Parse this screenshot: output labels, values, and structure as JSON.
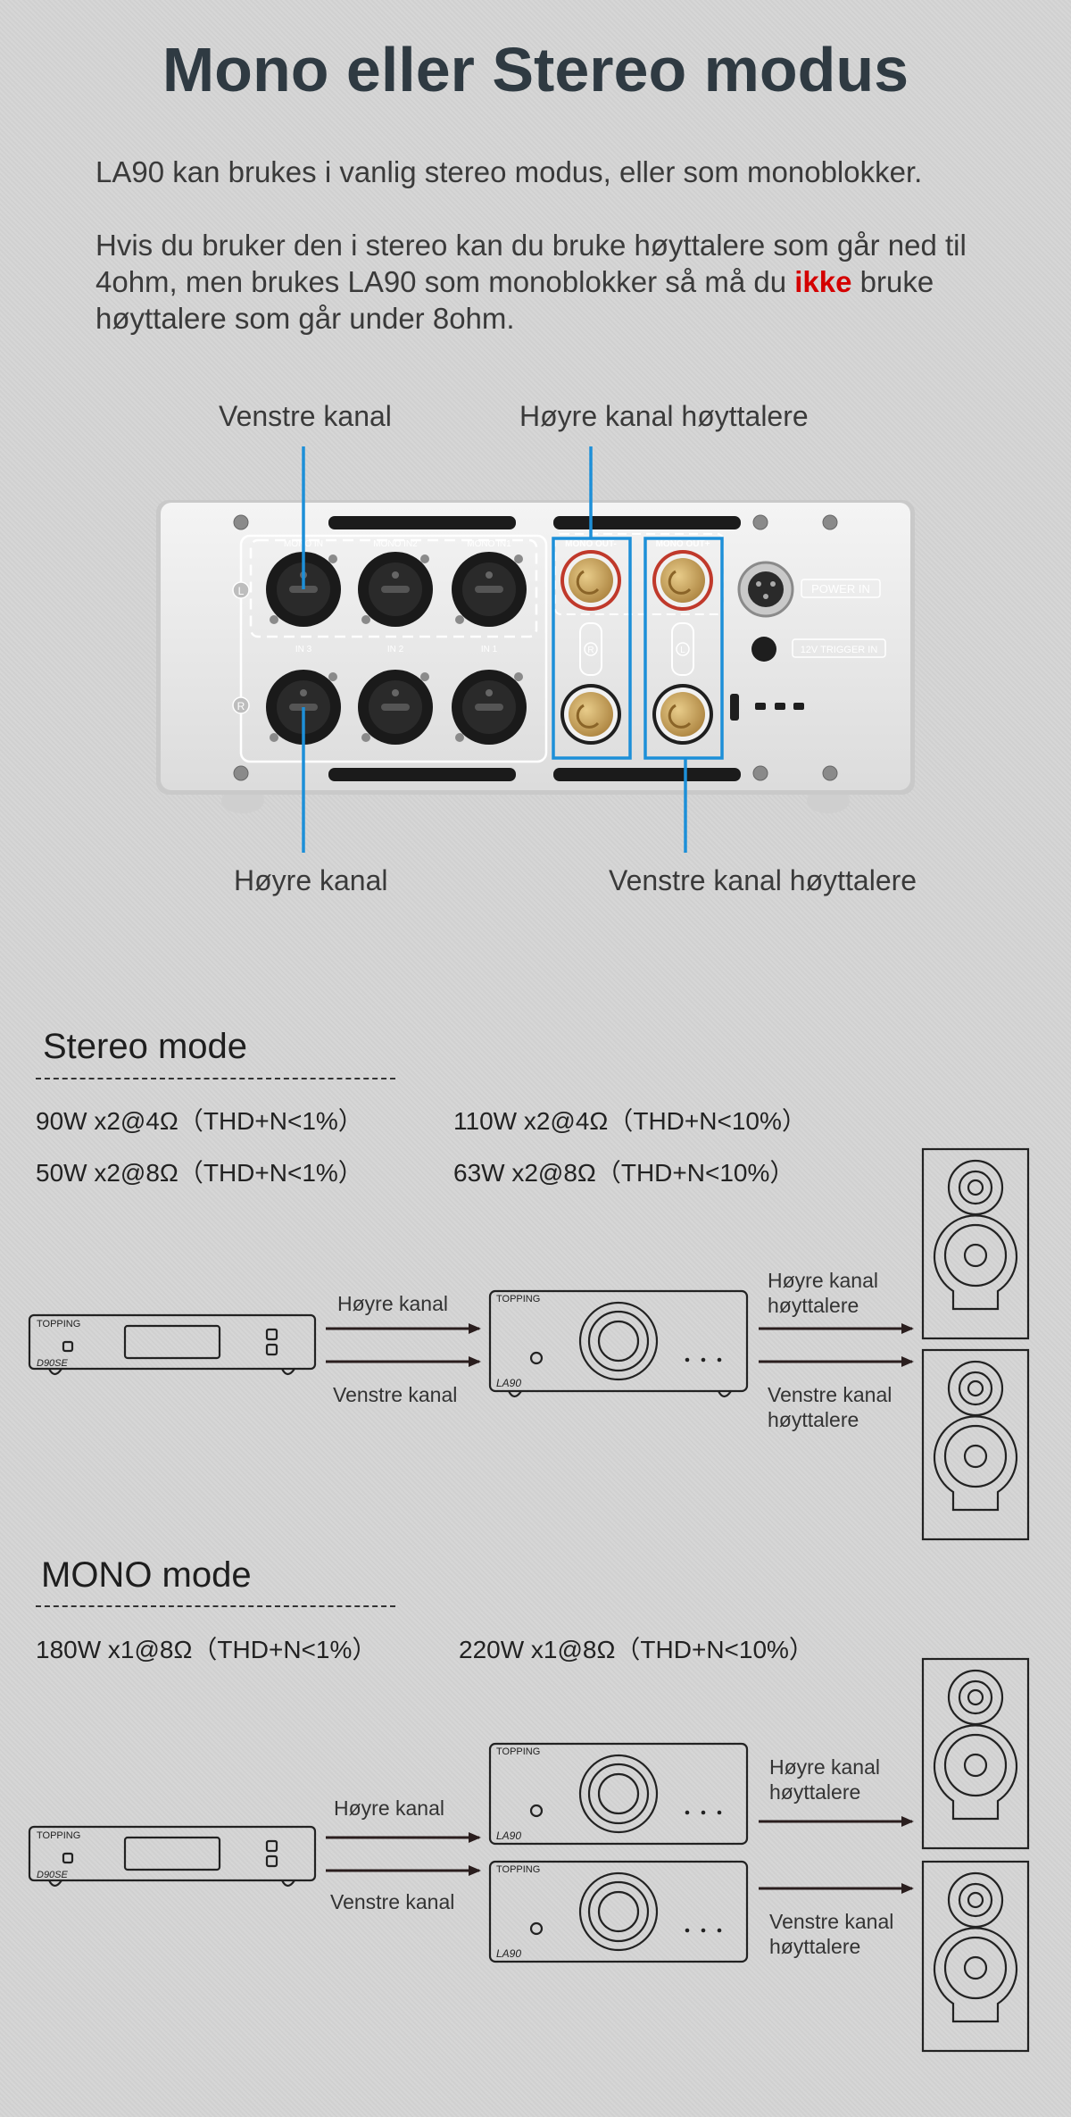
{
  "title": "Mono eller Stereo modus",
  "intro": {
    "line1": "LA90 kan brukes i vanlig stereo modus, eller som monoblokker.",
    "p2a": "Hvis du bruker den i stereo kan du bruke høyttalere som går ned til 4ohm, men brukes LA90 som monoblokker så må du",
    "p2_warn": "ikke",
    "p2b": "bruke høyttalere som går under 8ohm."
  },
  "panel": {
    "label_left_input": "Venstre kanal",
    "label_right_output": "Høyre kanal høyttalere",
    "label_right_input": "Høyre kanal",
    "label_left_output": "Venstre kanal høyttalere",
    "print": {
      "mono_in": "MONO IN",
      "mono_in2": "MONO IN2",
      "mono_in1": "MONO IN1",
      "in3": "IN 3",
      "in2": "IN 2",
      "in1": "IN 1",
      "ch_l": "L",
      "ch_r": "R",
      "mono_out_minus": "MONO OUT-",
      "mono_out_plus": "MONO OUT+",
      "plate_r": "R",
      "plate_l": "L",
      "power_in": "POWER IN",
      "trigger_in": "12V TRIGGER IN"
    },
    "colors": {
      "accent": "#1d8fd8",
      "chassis": "#e9e9e9"
    }
  },
  "stereo": {
    "title": "Stereo mode",
    "specs": [
      "90W x2@4Ω（THD+N<1%）",
      "110W x2@4Ω（THD+N<10%）",
      "50W x2@8Ω（THD+N<1%）",
      "63W x2@8Ω（THD+N<10%）"
    ],
    "label_right": "Høyre kanal",
    "label_left": "Venstre kanal",
    "out_right_1": "Høyre kanal",
    "out_right_2": "høyttalere",
    "out_left_1": "Venstre kanal",
    "out_left_2": "høyttalere",
    "dac_brand": "TOPPING",
    "dac_model": "D90SE",
    "amp_brand": "TOPPING",
    "amp_model": "LA90"
  },
  "mono": {
    "title": "MONO mode",
    "specs": [
      "180W x1@8Ω（THD+N<1%）",
      "220W x1@8Ω（THD+N<10%）"
    ],
    "label_right": "Høyre kanal",
    "label_left": "Venstre kanal",
    "out_right_1": "Høyre kanal",
    "out_right_2": "høyttalere",
    "out_left_1": "Venstre kanal",
    "out_left_2": "høyttalere",
    "dac_brand": "TOPPING",
    "dac_model": "D90SE",
    "amp1_brand": "TOPPING",
    "amp1_model": "LA90",
    "amp2_brand": "TOPPING",
    "amp2_model": "LA90"
  }
}
